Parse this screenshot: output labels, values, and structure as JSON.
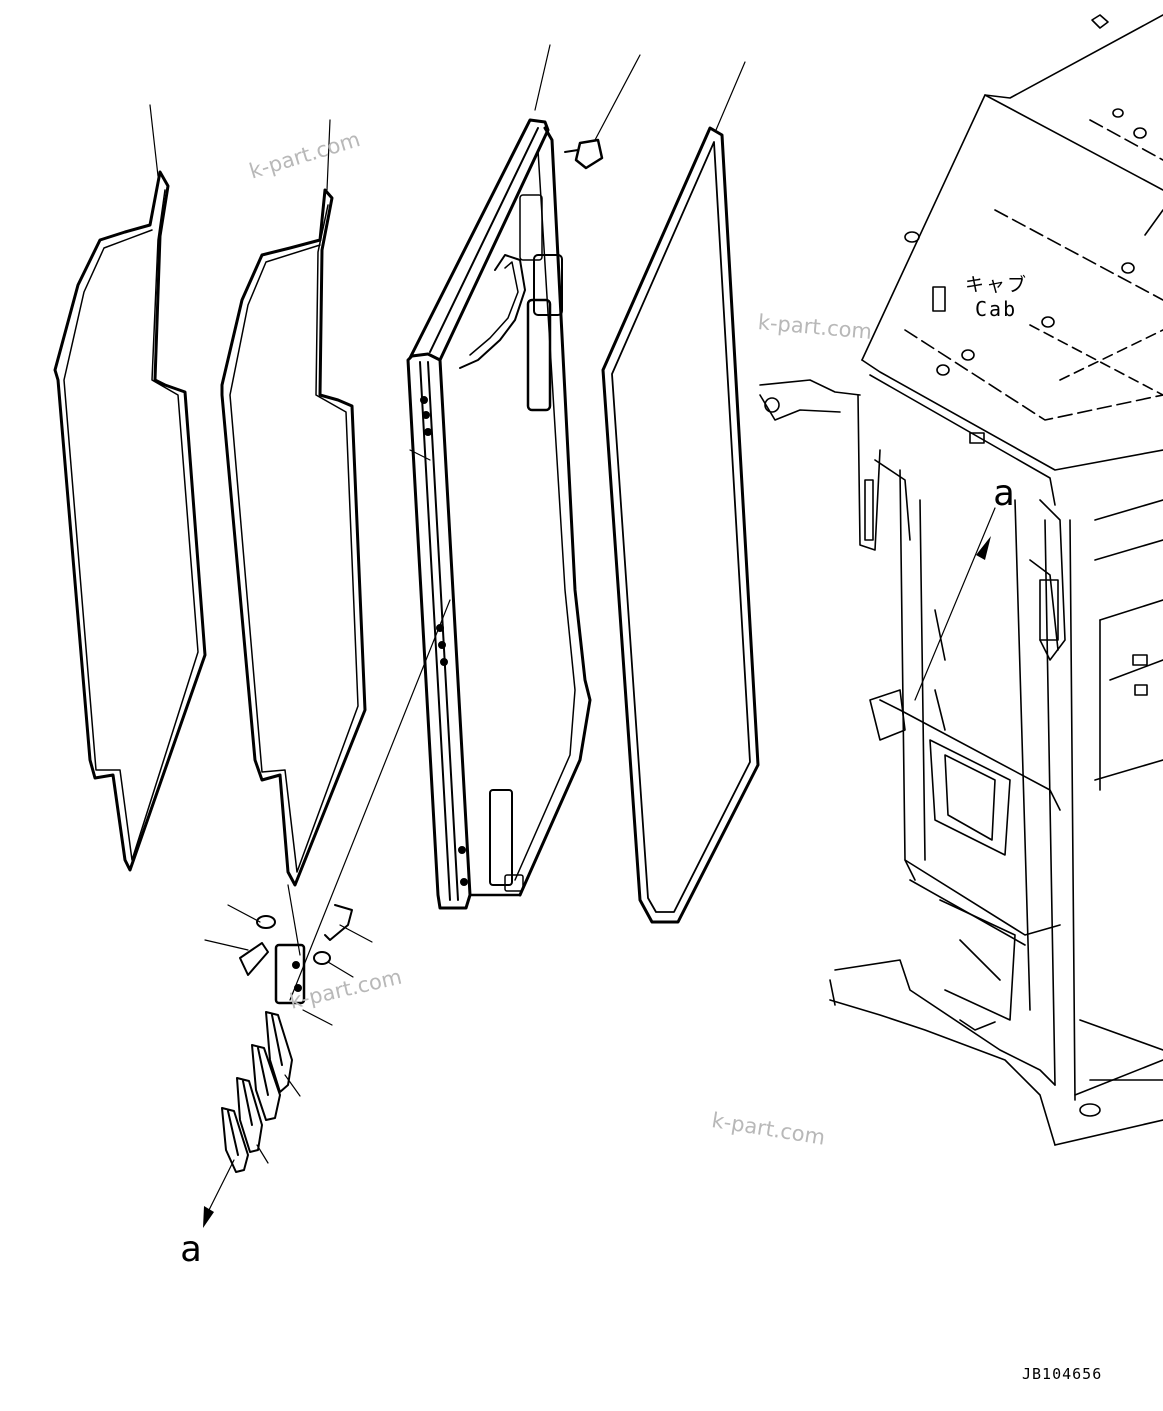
{
  "labels": {
    "cab_japanese": "キャブ",
    "cab_english": "Cab",
    "reference_a_upper": "a",
    "reference_a_lower": "a",
    "drawing_code": "JB104656"
  },
  "watermarks": [
    "k-part.com",
    "k-part.com",
    "k-part.com",
    "k-part.com"
  ],
  "colors": {
    "line": "#000000",
    "watermark": "#b8b8b8",
    "background": "#ffffff"
  }
}
